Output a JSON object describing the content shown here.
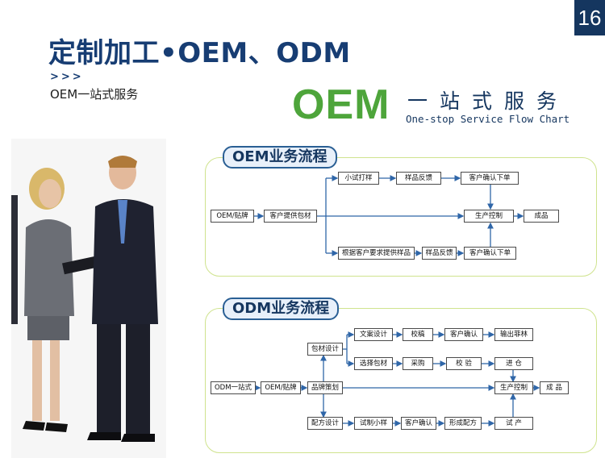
{
  "page_number": "16",
  "title": "定制加工•OEM、ODM",
  "arrows": ">>>",
  "subtitle": "OEM一站式服务",
  "banner": {
    "big": "OEM",
    "cn": "一站式服务",
    "en": "One-stop Service Flow Chart"
  },
  "oem_flow": {
    "heading": "OEM业务流程",
    "nodes": {
      "start": "OEM/贴牌",
      "materials": "客户提供包材",
      "trial": "小试打样",
      "feedback1": "样品反馈",
      "confirm1": "客户确认下单",
      "production": "生产控制",
      "product": "成品",
      "custom_sample": "根据客户要求提供样品",
      "feedback2": "样品反馈",
      "confirm2": "客户确认下单"
    }
  },
  "odm_flow": {
    "heading": "ODM业务流程",
    "nodes": {
      "start": "ODM一站式",
      "oem": "OEM/贴牌",
      "brand": "品牌策划",
      "pack_design": "包材设计",
      "copy_design": "文案设计",
      "proof": "校稿",
      "confirm1": "客户确认",
      "output": "输出菲林",
      "select_pack": "选择包材",
      "purchase": "采购",
      "inspect": "校 验",
      "warehouse": "进 仓",
      "production": "生产控制",
      "product": "成 品",
      "formula_design": "配方设计",
      "trial_small": "试制小样",
      "confirm2": "客户确认",
      "formula_form": "形成配方",
      "trial_prod": "试 产"
    }
  },
  "colors": {
    "navy": "#15365f",
    "green": "#4ea53b",
    "flow_line": "#2f66a8",
    "panel_border": "#cfe38e"
  }
}
